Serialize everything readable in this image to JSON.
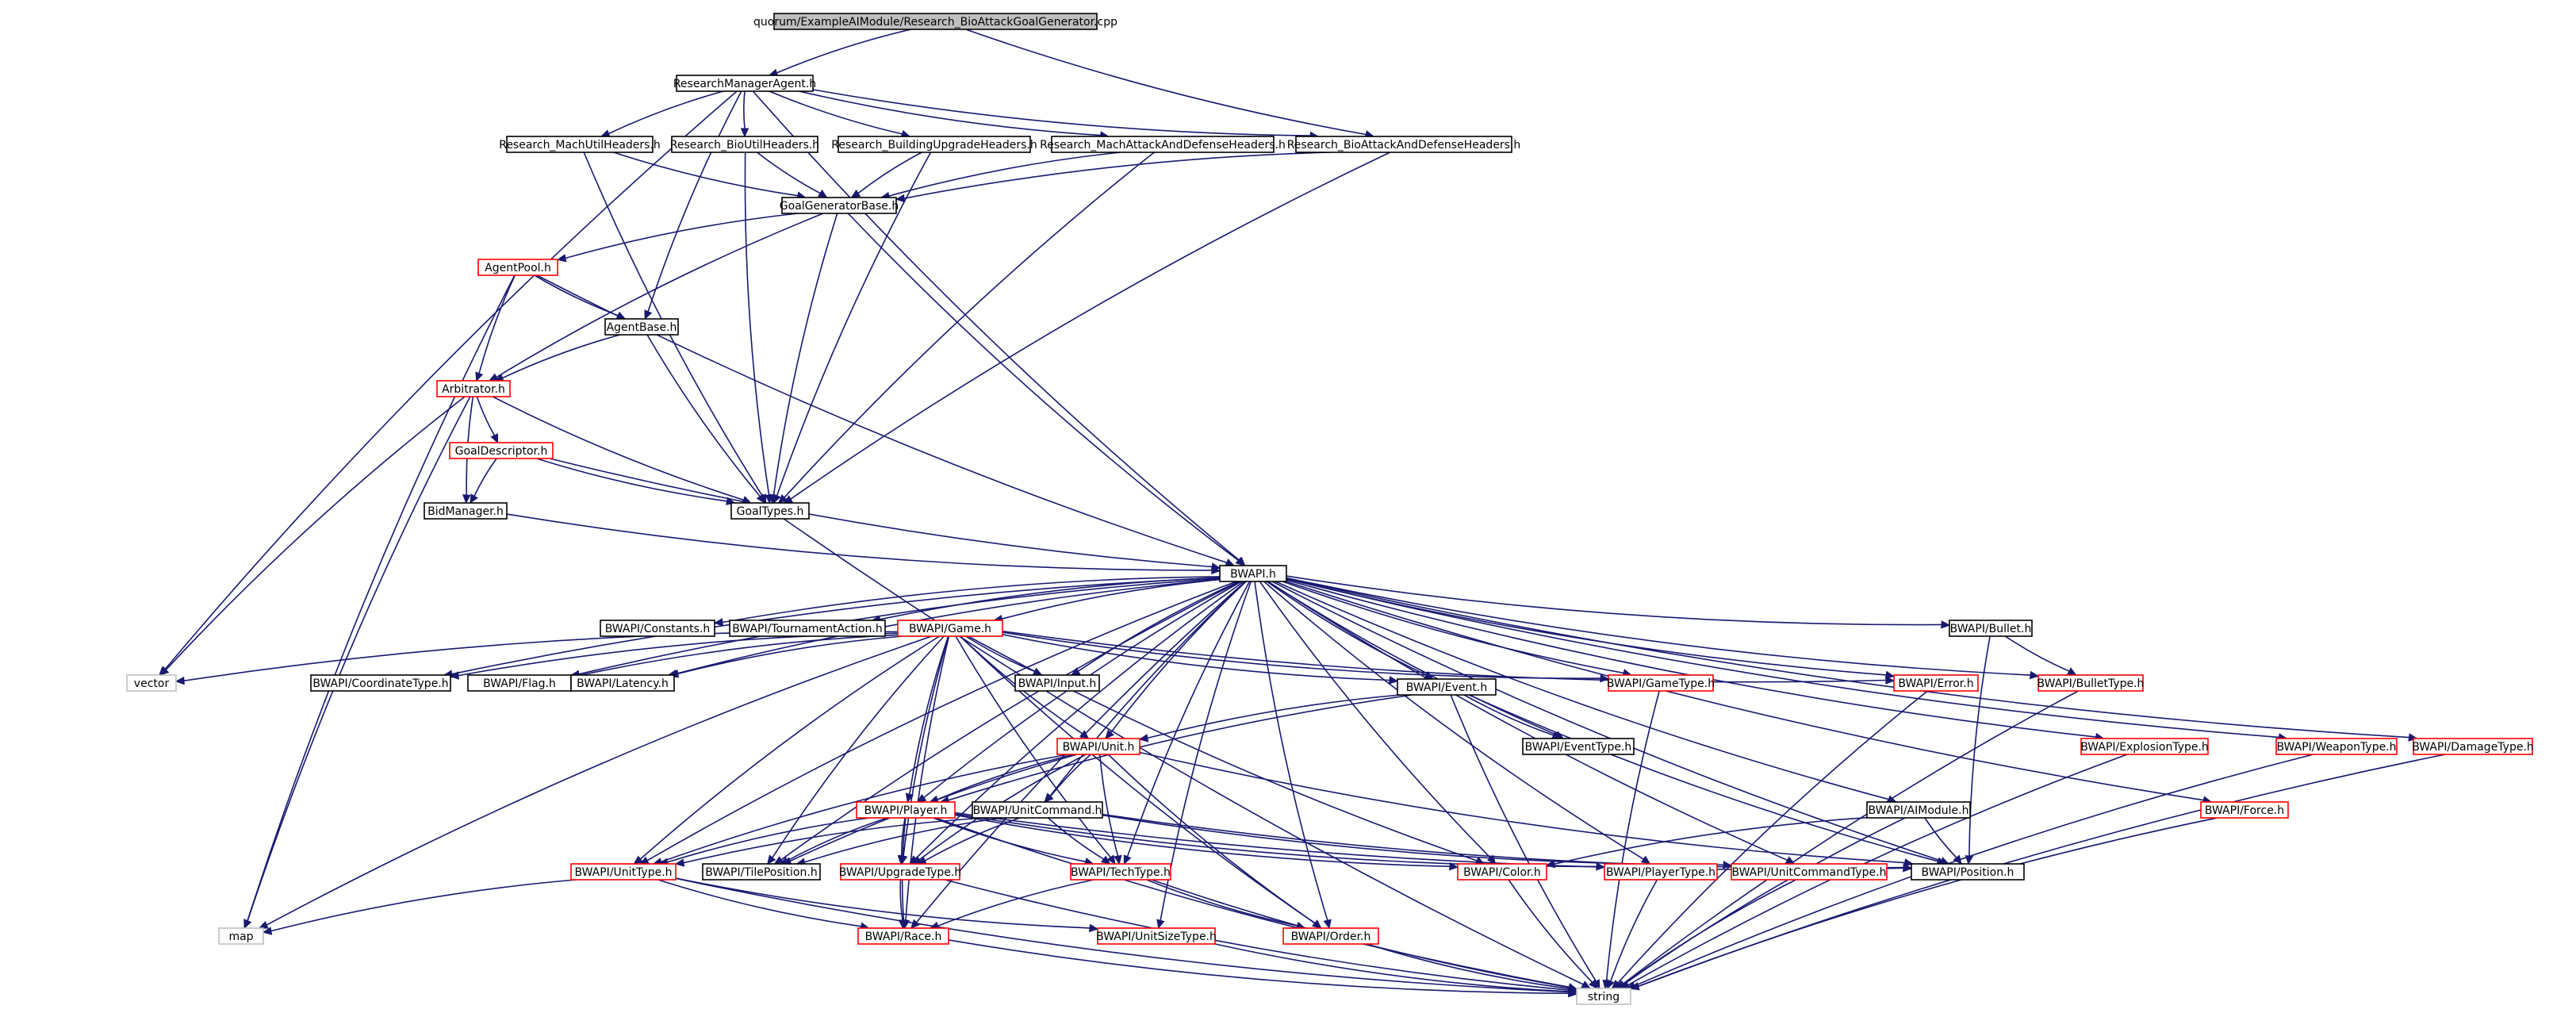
{
  "colors": {
    "edge": "#191970",
    "border_documented": "#000000",
    "border_undocumented": "#ff0000",
    "border_external": "#bfbfbf",
    "root_fill": "#bfbfbf",
    "fill": "#ffffff"
  },
  "nodes": [
    {
      "id": "root",
      "label": "quorum/ExampleAIModule/Research_BioAttackGoalGenerator.cpp",
      "kind": "root"
    },
    {
      "id": "rma",
      "label": "ResearchManagerAgent.h",
      "kind": "black"
    },
    {
      "id": "rmuh",
      "label": "Research_MachUtilHeaders.h",
      "kind": "black"
    },
    {
      "id": "rbuh",
      "label": "Research_BioUtilHeaders.h",
      "kind": "black"
    },
    {
      "id": "rbug",
      "label": "Research_BuildingUpgradeHeaders.h",
      "kind": "black"
    },
    {
      "id": "rmad",
      "label": "Research_MachAttackAndDefenseHeaders.h",
      "kind": "black"
    },
    {
      "id": "rbad",
      "label": "Research_BioAttackAndDefenseHeaders.h",
      "kind": "black"
    },
    {
      "id": "ggb",
      "label": "GoalGeneratorBase.h",
      "kind": "black"
    },
    {
      "id": "ap",
      "label": "AgentPool.h",
      "kind": "red"
    },
    {
      "id": "ab",
      "label": "AgentBase.h",
      "kind": "black"
    },
    {
      "id": "arb",
      "label": "Arbitrator.h",
      "kind": "red"
    },
    {
      "id": "gd",
      "label": "GoalDescriptor.h",
      "kind": "red"
    },
    {
      "id": "bm",
      "label": "BidManager.h",
      "kind": "black"
    },
    {
      "id": "gt",
      "label": "GoalTypes.h",
      "kind": "black"
    },
    {
      "id": "bwapi",
      "label": "BWAPI.h",
      "kind": "black"
    },
    {
      "id": "vector",
      "label": "vector",
      "kind": "gray"
    },
    {
      "id": "const",
      "label": "BWAPI/Constants.h",
      "kind": "black"
    },
    {
      "id": "tact",
      "label": "BWAPI/TournamentAction.h",
      "kind": "black"
    },
    {
      "id": "game",
      "label": "BWAPI/Game.h",
      "kind": "red"
    },
    {
      "id": "coord",
      "label": "BWAPI/CoordinateType.h",
      "kind": "black"
    },
    {
      "id": "flag",
      "label": "BWAPI/Flag.h",
      "kind": "black"
    },
    {
      "id": "lat",
      "label": "BWAPI/Latency.h",
      "kind": "black"
    },
    {
      "id": "input",
      "label": "BWAPI/Input.h",
      "kind": "black"
    },
    {
      "id": "event",
      "label": "BWAPI/Event.h",
      "kind": "black"
    },
    {
      "id": "gtype",
      "label": "BWAPI/GameType.h",
      "kind": "red"
    },
    {
      "id": "err",
      "label": "BWAPI/Error.h",
      "kind": "red"
    },
    {
      "id": "bullet",
      "label": "BWAPI/Bullet.h",
      "kind": "black"
    },
    {
      "id": "btype",
      "label": "BWAPI/BulletType.h",
      "kind": "red"
    },
    {
      "id": "etype",
      "label": "BWAPI/EventType.h",
      "kind": "black"
    },
    {
      "id": "unit",
      "label": "BWAPI/Unit.h",
      "kind": "red"
    },
    {
      "id": "expl",
      "label": "BWAPI/ExplosionType.h",
      "kind": "red"
    },
    {
      "id": "weap",
      "label": "BWAPI/WeaponType.h",
      "kind": "red"
    },
    {
      "id": "dmg",
      "label": "BWAPI/DamageType.h",
      "kind": "red"
    },
    {
      "id": "player",
      "label": "BWAPI/Player.h",
      "kind": "red"
    },
    {
      "id": "ucmd",
      "label": "BWAPI/UnitCommand.h",
      "kind": "black"
    },
    {
      "id": "aim",
      "label": "BWAPI/AIModule.h",
      "kind": "black"
    },
    {
      "id": "force",
      "label": "BWAPI/Force.h",
      "kind": "red"
    },
    {
      "id": "utype",
      "label": "BWAPI/UnitType.h",
      "kind": "red"
    },
    {
      "id": "tpos",
      "label": "BWAPI/TilePosition.h",
      "kind": "black"
    },
    {
      "id": "upg",
      "label": "BWAPI/UpgradeType.h",
      "kind": "red"
    },
    {
      "id": "tech",
      "label": "BWAPI/TechType.h",
      "kind": "red"
    },
    {
      "id": "color",
      "label": "BWAPI/Color.h",
      "kind": "red"
    },
    {
      "id": "ptype",
      "label": "BWAPI/PlayerType.h",
      "kind": "red"
    },
    {
      "id": "uctype",
      "label": "BWAPI/UnitCommandType.h",
      "kind": "red"
    },
    {
      "id": "pos",
      "label": "BWAPI/Position.h",
      "kind": "black"
    },
    {
      "id": "map",
      "label": "map",
      "kind": "gray"
    },
    {
      "id": "race",
      "label": "BWAPI/Race.h",
      "kind": "red"
    },
    {
      "id": "ust",
      "label": "BWAPI/UnitSizeType.h",
      "kind": "red"
    },
    {
      "id": "order",
      "label": "BWAPI/Order.h",
      "kind": "red"
    },
    {
      "id": "string",
      "label": "string",
      "kind": "gray"
    }
  ],
  "edges": [
    [
      "root",
      "rma"
    ],
    [
      "root",
      "rbad"
    ],
    [
      "rma",
      "rmuh"
    ],
    [
      "rma",
      "rbuh"
    ],
    [
      "rma",
      "rbug"
    ],
    [
      "rma",
      "rmad"
    ],
    [
      "rma",
      "rbad"
    ],
    [
      "rma",
      "ab"
    ],
    [
      "rma",
      "bwapi"
    ],
    [
      "rma",
      "vector"
    ],
    [
      "rmuh",
      "ggb"
    ],
    [
      "rmuh",
      "gt"
    ],
    [
      "rbuh",
      "ggb"
    ],
    [
      "rbuh",
      "gt"
    ],
    [
      "rbug",
      "ggb"
    ],
    [
      "rbug",
      "gt"
    ],
    [
      "rmad",
      "ggb"
    ],
    [
      "rmad",
      "gt"
    ],
    [
      "rbad",
      "ggb"
    ],
    [
      "rbad",
      "gt"
    ],
    [
      "ggb",
      "ap"
    ],
    [
      "ggb",
      "arb"
    ],
    [
      "ggb",
      "gt"
    ],
    [
      "ggb",
      "bwapi"
    ],
    [
      "ap",
      "ab"
    ],
    [
      "ap",
      "arb"
    ],
    [
      "ap",
      "map"
    ],
    [
      "ap",
      "bwapi"
    ],
    [
      "ab",
      "arb"
    ],
    [
      "ab",
      "gt"
    ],
    [
      "arb",
      "gd"
    ],
    [
      "arb",
      "bm"
    ],
    [
      "arb",
      "gt"
    ],
    [
      "arb",
      "vector"
    ],
    [
      "arb",
      "map"
    ],
    [
      "gd",
      "bm"
    ],
    [
      "gd",
      "gt"
    ],
    [
      "gd",
      "bwapi"
    ],
    [
      "bm",
      "bwapi"
    ],
    [
      "gt",
      "string"
    ],
    [
      "bwapi",
      "const"
    ],
    [
      "bwapi",
      "tact"
    ],
    [
      "bwapi",
      "game"
    ],
    [
      "bwapi",
      "coord"
    ],
    [
      "bwapi",
      "flag"
    ],
    [
      "bwapi",
      "lat"
    ],
    [
      "bwapi",
      "input"
    ],
    [
      "bwapi",
      "event"
    ],
    [
      "bwapi",
      "gtype"
    ],
    [
      "bwapi",
      "err"
    ],
    [
      "bwapi",
      "bullet"
    ],
    [
      "bwapi",
      "btype"
    ],
    [
      "bwapi",
      "etype"
    ],
    [
      "bwapi",
      "unit"
    ],
    [
      "bwapi",
      "expl"
    ],
    [
      "bwapi",
      "weap"
    ],
    [
      "bwapi",
      "dmg"
    ],
    [
      "bwapi",
      "player"
    ],
    [
      "bwapi",
      "ucmd"
    ],
    [
      "bwapi",
      "aim"
    ],
    [
      "bwapi",
      "force"
    ],
    [
      "bwapi",
      "utype"
    ],
    [
      "bwapi",
      "tpos"
    ],
    [
      "bwapi",
      "upg"
    ],
    [
      "bwapi",
      "tech"
    ],
    [
      "bwapi",
      "color"
    ],
    [
      "bwapi",
      "ptype"
    ],
    [
      "bwapi",
      "uctype"
    ],
    [
      "bwapi",
      "pos"
    ],
    [
      "bwapi",
      "race"
    ],
    [
      "bwapi",
      "ust"
    ],
    [
      "bwapi",
      "order"
    ],
    [
      "game",
      "vector"
    ],
    [
      "game",
      "coord"
    ],
    [
      "game",
      "flag"
    ],
    [
      "game",
      "lat"
    ],
    [
      "game",
      "input"
    ],
    [
      "game",
      "event"
    ],
    [
      "game",
      "gtype"
    ],
    [
      "game",
      "err"
    ],
    [
      "game",
      "unit"
    ],
    [
      "game",
      "player"
    ],
    [
      "game",
      "utype"
    ],
    [
      "game",
      "tpos"
    ],
    [
      "game",
      "upg"
    ],
    [
      "game",
      "tech"
    ],
    [
      "game",
      "race"
    ],
    [
      "game",
      "color"
    ],
    [
      "game",
      "order"
    ],
    [
      "game",
      "map"
    ],
    [
      "event",
      "etype"
    ],
    [
      "event",
      "unit"
    ],
    [
      "event",
      "player"
    ],
    [
      "event",
      "pos"
    ],
    [
      "event",
      "string"
    ],
    [
      "gtype",
      "string"
    ],
    [
      "err",
      "string"
    ],
    [
      "btype",
      "string"
    ],
    [
      "expl",
      "string"
    ],
    [
      "weap",
      "string"
    ],
    [
      "dmg",
      "string"
    ],
    [
      "force",
      "string"
    ],
    [
      "bullet",
      "btype"
    ],
    [
      "bullet",
      "pos"
    ],
    [
      "unit",
      "ucmd"
    ],
    [
      "unit",
      "player"
    ],
    [
      "unit",
      "utype"
    ],
    [
      "unit",
      "tpos"
    ],
    [
      "unit",
      "upg"
    ],
    [
      "unit",
      "tech"
    ],
    [
      "unit",
      "order"
    ],
    [
      "unit",
      "pos"
    ],
    [
      "player",
      "utype"
    ],
    [
      "player",
      "tpos"
    ],
    [
      "player",
      "upg"
    ],
    [
      "player",
      "tech"
    ],
    [
      "player",
      "race"
    ],
    [
      "player",
      "color"
    ],
    [
      "player",
      "ptype"
    ],
    [
      "player",
      "pos"
    ],
    [
      "player",
      "string"
    ],
    [
      "ucmd",
      "utype"
    ],
    [
      "ucmd",
      "tpos"
    ],
    [
      "ucmd",
      "upg"
    ],
    [
      "ucmd",
      "tech"
    ],
    [
      "ucmd",
      "uctype"
    ],
    [
      "ucmd",
      "pos"
    ],
    [
      "aim",
      "color"
    ],
    [
      "aim",
      "pos"
    ],
    [
      "aim",
      "string"
    ],
    [
      "utype",
      "race"
    ],
    [
      "utype",
      "ust"
    ],
    [
      "utype",
      "map"
    ],
    [
      "utype",
      "string"
    ],
    [
      "upg",
      "race"
    ],
    [
      "upg",
      "string"
    ],
    [
      "tech",
      "race"
    ],
    [
      "tech",
      "order"
    ],
    [
      "tech",
      "string"
    ],
    [
      "color",
      "string"
    ],
    [
      "ptype",
      "string"
    ],
    [
      "uctype",
      "string"
    ],
    [
      "race",
      "string"
    ],
    [
      "ust",
      "string"
    ],
    [
      "order",
      "string"
    ]
  ]
}
